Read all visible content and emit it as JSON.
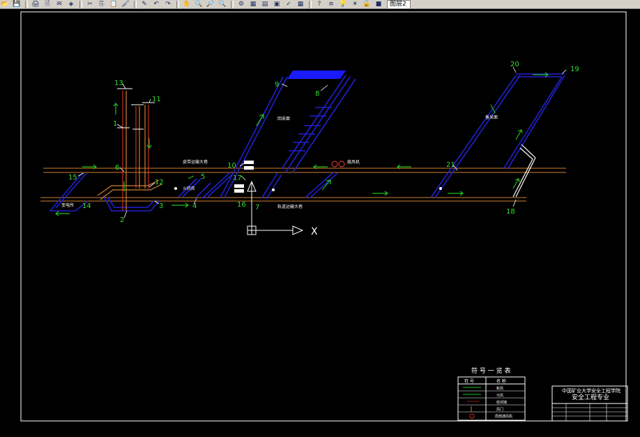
{
  "toolbar": {
    "buttons": [
      {
        "name": "open-icon",
        "glyph": "📂"
      },
      {
        "name": "save-icon",
        "glyph": "💾"
      },
      {
        "name": "print-icon",
        "glyph": "🖨"
      },
      {
        "name": "plot-preview-icon",
        "glyph": "🗎"
      },
      {
        "name": "publish-icon",
        "glyph": "✉"
      },
      {
        "name": "3d-dwf-icon",
        "glyph": "◈"
      },
      {
        "name": "cut-icon",
        "glyph": "✂"
      },
      {
        "name": "copy-icon",
        "glyph": "⎘"
      },
      {
        "name": "paste-icon",
        "glyph": "📋"
      },
      {
        "name": "match-properties-icon",
        "glyph": "🖌"
      },
      {
        "name": "block-editor-icon",
        "glyph": "✎"
      },
      {
        "name": "undo-icon",
        "glyph": "↶"
      },
      {
        "name": "redo-icon",
        "glyph": "↷"
      },
      {
        "name": "pan-icon",
        "glyph": "✋"
      },
      {
        "name": "zoom-realtime-icon",
        "glyph": "🔍"
      },
      {
        "name": "zoom-window-icon",
        "glyph": "🔎"
      },
      {
        "name": "zoom-previous-icon",
        "glyph": "🔍"
      },
      {
        "name": "properties-icon",
        "glyph": "⚙"
      },
      {
        "name": "design-center-icon",
        "glyph": "▦"
      },
      {
        "name": "tool-palettes-icon",
        "glyph": "▤"
      },
      {
        "name": "sheet-set-icon",
        "glyph": "▣"
      },
      {
        "name": "markup-icon",
        "glyph": "✓"
      },
      {
        "name": "quickcalc-icon",
        "glyph": "▦"
      },
      {
        "name": "help-icon",
        "glyph": "?"
      }
    ],
    "layer_icons": [
      "layers-icon",
      "bulb-icon",
      "sun-icon",
      "lock-icon",
      "color-icon"
    ],
    "layer_name": "图层2"
  },
  "colors": {
    "background": "#000000",
    "frame": "#ffffff",
    "tunnel": "#2020d0",
    "roadway_line": "#d08030",
    "shaft": "#d03020",
    "label_green": "#30e030",
    "airflow": "#20c020",
    "face_fill": "#1a1aff"
  },
  "drawing": {
    "node_labels": [
      {
        "id": "1",
        "text": "1"
      },
      {
        "id": "2",
        "text": "2"
      },
      {
        "id": "3",
        "text": "3"
      },
      {
        "id": "4",
        "text": "4"
      },
      {
        "id": "5",
        "text": "5"
      },
      {
        "id": "6",
        "text": "6"
      },
      {
        "id": "7",
        "text": "7"
      },
      {
        "id": "8",
        "text": "8"
      },
      {
        "id": "9",
        "text": "9"
      },
      {
        "id": "10",
        "text": "10"
      },
      {
        "id": "11",
        "text": "11"
      },
      {
        "id": "12",
        "text": "12"
      },
      {
        "id": "13",
        "text": "13"
      },
      {
        "id": "14",
        "text": "14"
      },
      {
        "id": "15",
        "text": "15"
      },
      {
        "id": "16",
        "text": "16"
      },
      {
        "id": "17",
        "text": "17"
      },
      {
        "id": "18",
        "text": "18"
      },
      {
        "id": "19",
        "text": "19"
      },
      {
        "id": "20",
        "text": "20"
      },
      {
        "id": "21",
        "text": "21"
      }
    ],
    "area_labels": {
      "upper_roadway": "皮带运输大巷",
      "lower_roadway": "轨道运输大巷",
      "working_face": "回采面",
      "spare_face": "备采面",
      "substation": "变电所",
      "explosive_store": "火药库",
      "fan_station": "扇风机"
    },
    "ucs_axis_label": "X"
  },
  "legend": {
    "title": "符 号 一 览 表",
    "col_symbol": "符 号",
    "col_name": "名 称",
    "rows": [
      {
        "name": "新风"
      },
      {
        "name": "污风"
      },
      {
        "name": "密闭墙"
      },
      {
        "name": "风门"
      },
      {
        "name": "局部通风机"
      }
    ]
  },
  "title_block": {
    "org": "中国矿业大学安全工程学院",
    "major": "安全工程专业"
  }
}
